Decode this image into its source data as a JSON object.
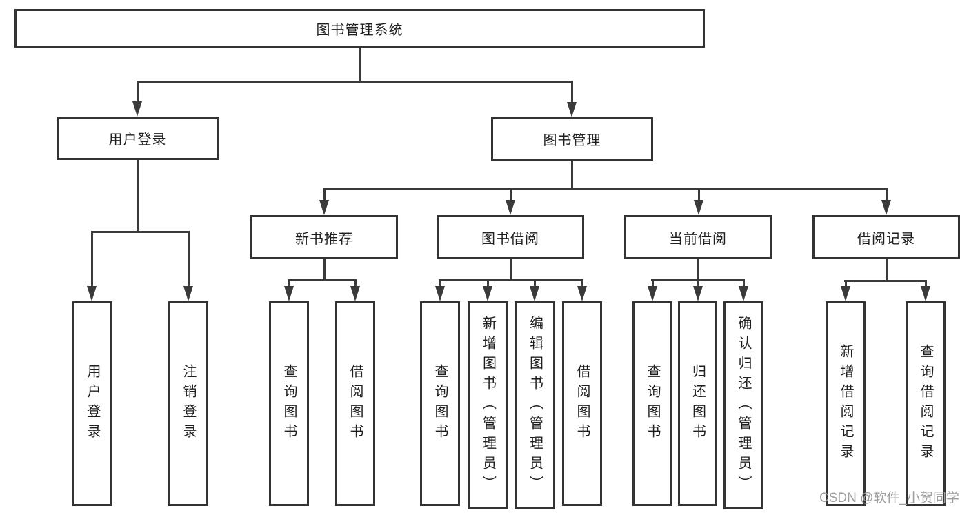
{
  "root": {
    "label": "图书管理系统"
  },
  "branches": {
    "user_login": {
      "label": "用户登录",
      "children": [
        "用户登录",
        "注销登录"
      ]
    },
    "book_mgmt": {
      "label": "图书管理"
    }
  },
  "modules": [
    {
      "label": "新书推荐",
      "children": [
        "查询图书",
        "借阅图书"
      ]
    },
    {
      "label": "图书借阅",
      "children": [
        "查询图书",
        "新增图书（管理员）",
        "编辑图书（管理员）",
        "借阅图书"
      ]
    },
    {
      "label": "当前借阅",
      "children": [
        "查询图书",
        "归还图书",
        "确认归还（管理员）"
      ]
    },
    {
      "label": "借阅记录",
      "children": [
        "新增借阅记录",
        "查询借阅记录"
      ]
    }
  ],
  "watermark": {
    "text": "CSDN @软件_小贺同学"
  },
  "colors": {
    "line": "#3a3a3a",
    "border": "#333333",
    "text": "#1f1f1f",
    "background": "#ffffff",
    "watermark": "#9e9e9e"
  }
}
